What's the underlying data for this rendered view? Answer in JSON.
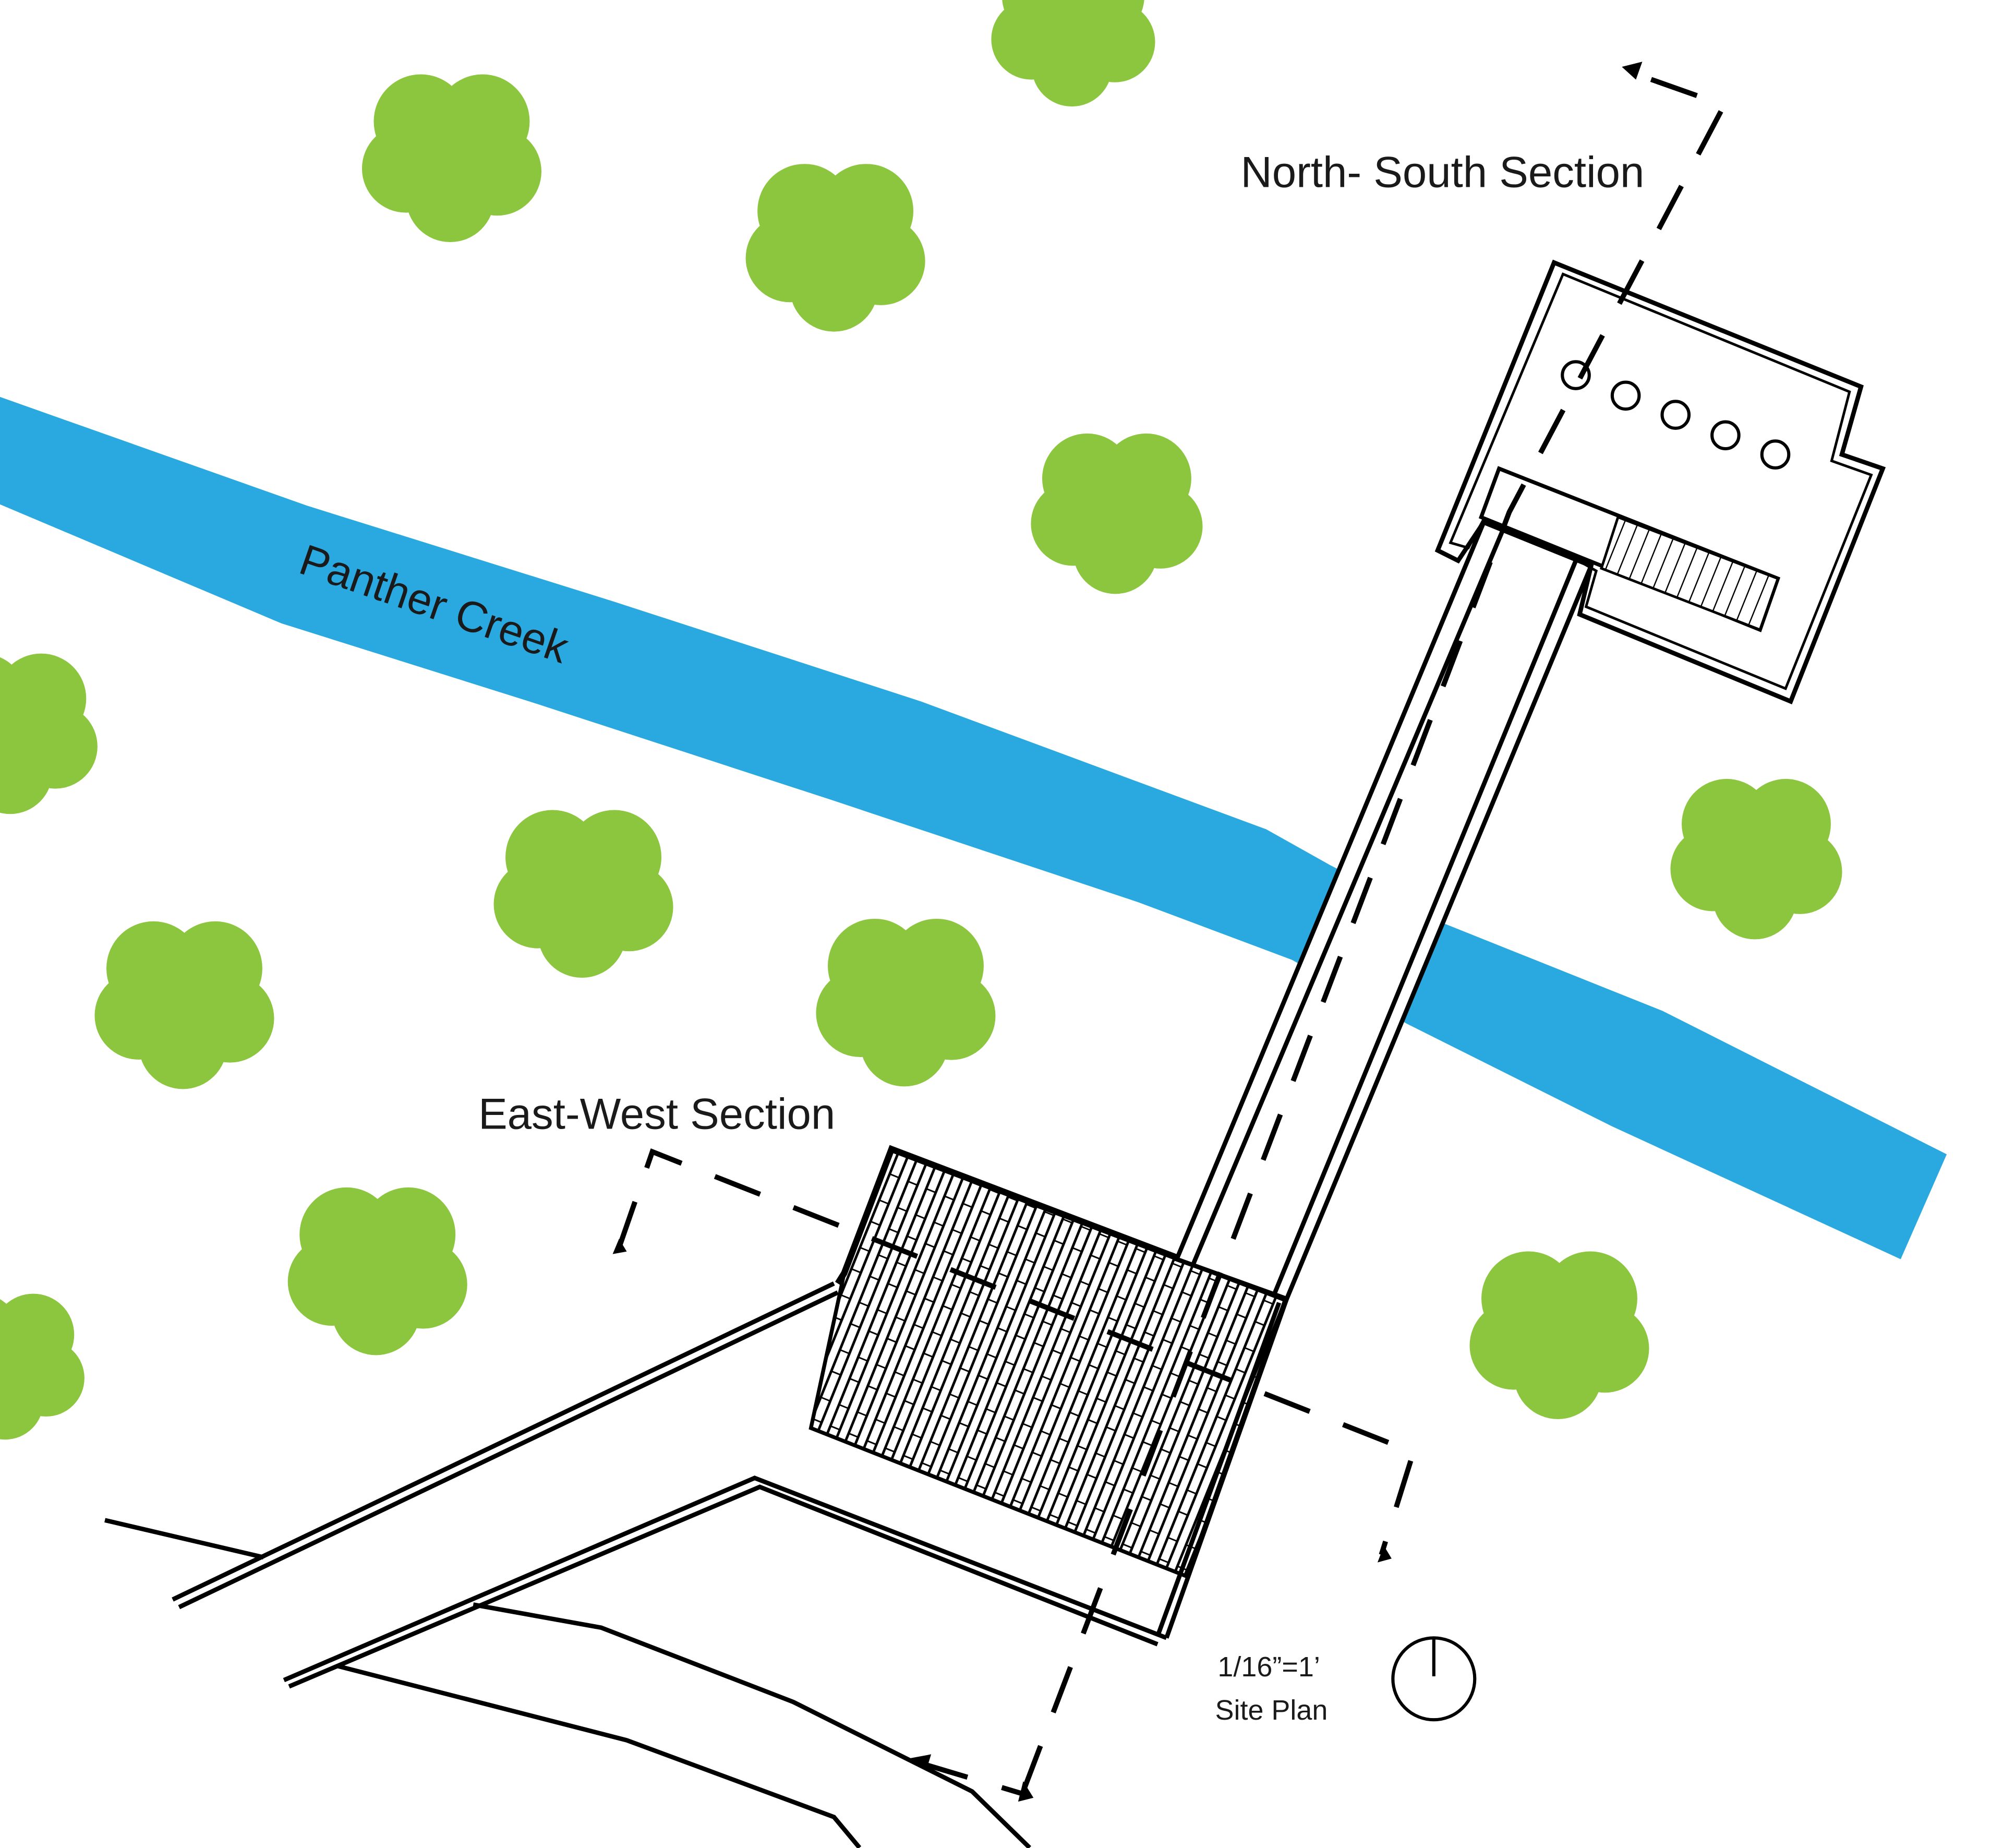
{
  "labels": {
    "creek": "Panther Creek",
    "north_south": "North- South Section",
    "east_west": "East-West Section",
    "scale": "1/16”=1’",
    "site_plan": "Site Plan"
  },
  "colors": {
    "creek": "#29a9e0",
    "tree": "#8cc63f",
    "line": "#000000",
    "background": "#ffffff"
  },
  "icons": {
    "north_arrow": "north-arrow-icon",
    "section_arrow": "section-arrow-icon"
  }
}
